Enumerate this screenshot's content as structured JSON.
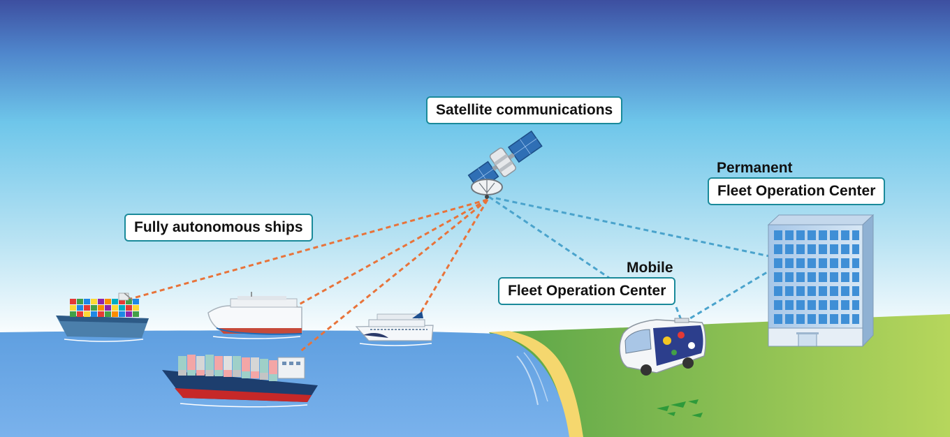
{
  "labels": {
    "satellite": "Satellite communications",
    "ships": "Fully autonomous ships",
    "mobile_title": "Mobile",
    "mobile_center": "Fleet Operation Center",
    "permanent_title": "Permanent",
    "permanent_center": "Fleet Operation Center"
  },
  "colors": {
    "sky_top": "#3d4fa0",
    "sky_mid": "#6ec6ea",
    "sea": "#6aa7e4",
    "land": "#7ab648",
    "beach": "#f5d76e",
    "ship_link": "#e8733a",
    "center_link": "#4aa3cc",
    "label_border": "#1a8a9a"
  },
  "icons": {
    "satellite": "satellite-icon",
    "container_ship_small": "container-ship-icon",
    "car_carrier": "car-carrier-ship-icon",
    "cruise_ship": "cruise-ship-icon",
    "container_ship_large": "container-ship-icon",
    "bus": "bus-icon",
    "building": "office-building-icon"
  }
}
